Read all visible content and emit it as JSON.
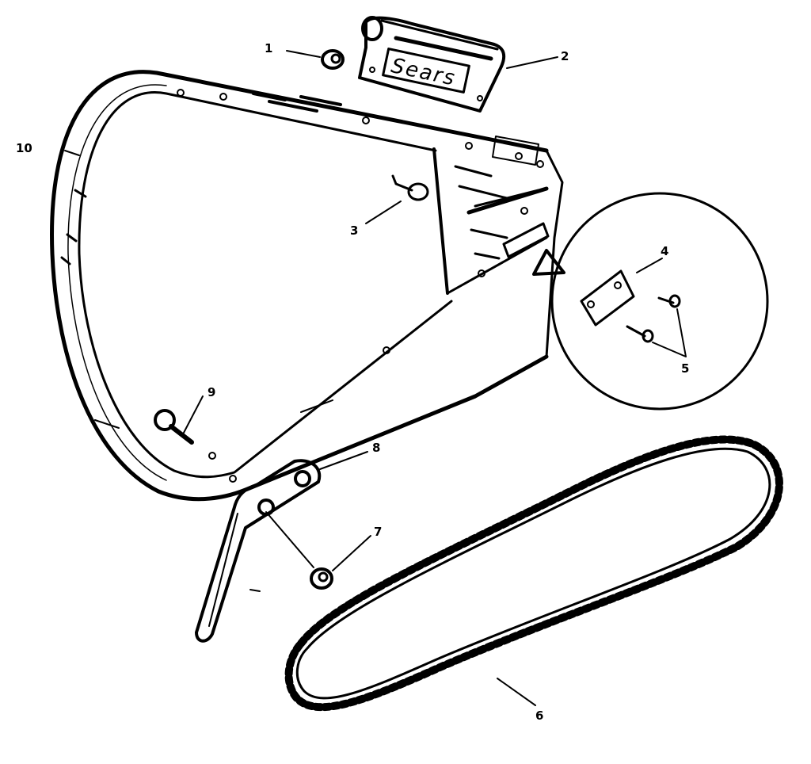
{
  "diagram": {
    "brand_label": "Sears",
    "callouts": [
      {
        "id": "1",
        "label": "1"
      },
      {
        "id": "2",
        "label": "2"
      },
      {
        "id": "3",
        "label": "3"
      },
      {
        "id": "4",
        "label": "4"
      },
      {
        "id": "5",
        "label": "5"
      },
      {
        "id": "6",
        "label": "6"
      },
      {
        "id": "7",
        "label": "7"
      },
      {
        "id": "8",
        "label": "8"
      },
      {
        "id": "9",
        "label": "9"
      },
      {
        "id": "10",
        "label": "10"
      }
    ],
    "parts": [
      {
        "callout": "1",
        "part": "nut",
        "icon": "hex-nut-icon"
      },
      {
        "callout": "2",
        "part": "handle with Sears nameplate",
        "icon": "handle-icon"
      },
      {
        "callout": "3",
        "part": "screw",
        "icon": "screw-icon"
      },
      {
        "callout": "4",
        "part": "plate",
        "icon": "plate-icon"
      },
      {
        "callout": "5",
        "part": "rivets",
        "icon": "rivet-icon"
      },
      {
        "callout": "6",
        "part": "saw chain",
        "icon": "chain-icon"
      },
      {
        "callout": "7",
        "part": "nut",
        "icon": "hex-nut-icon"
      },
      {
        "callout": "8",
        "part": "bumper spike",
        "icon": "spike-icon"
      },
      {
        "callout": "9",
        "part": "bolt",
        "icon": "bolt-icon"
      },
      {
        "callout": "10",
        "part": "bow guide bar",
        "icon": "bow-bar-icon"
      }
    ]
  }
}
